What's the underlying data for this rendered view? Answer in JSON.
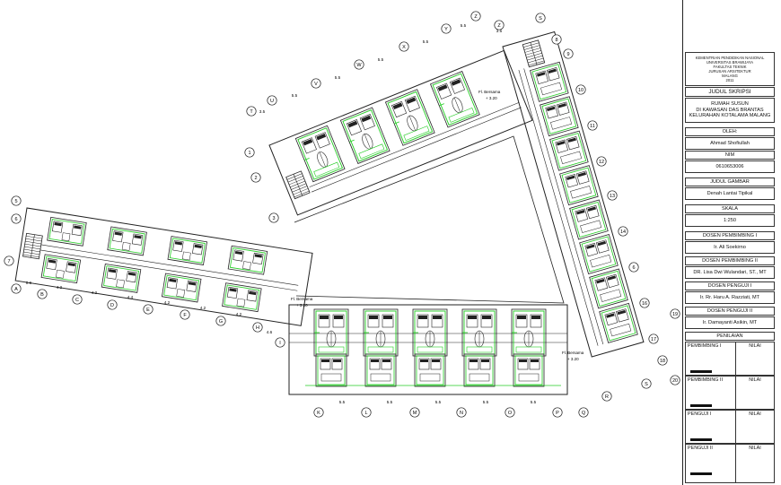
{
  "titleblock": {
    "institution": [
      "KEMENTRIAN PENDIDIKAN NASIONAL",
      "UNIVERSITAS BRAWIJAYA",
      "FAKULTAS TEKNIK",
      "JURUSAN ARSITEKTUR",
      "MALANG",
      "2011"
    ],
    "project_heading": "JUDUL SKRIPSI",
    "project_title": [
      "RUMAH SUSUN",
      "DI KAWASAN DAS BRANTAS",
      "KELURAHAN KOTALAMA MALANG"
    ],
    "author_label": "OLEH:",
    "author_name": "Ahmad Shofiullah",
    "nim_label": "NIM",
    "nim_value": "0610653006",
    "drawing_label": "JUDUL GAMBAR",
    "drawing_value": "Denah Lantai Tipikal",
    "scale_label": "SKALA",
    "scale_value": "1:250",
    "advisor1_label": "DOSEN PEMBIMBING I",
    "advisor1_name": "Ir. Ali Soekirno",
    "advisor2_label": "DOSEN PEMBIMBING II",
    "advisor2_name": "DR. Lisa Dwi Wulandari, ST., MT",
    "examiner1_label": "DOSEN PENGUJI I",
    "examiner1_name": "Ir. Rr. Haru A. Razziati, MT",
    "examiner2_label": "DOSEN PENGUJI II",
    "examiner2_name": "Ir. Damayanti Asikin, MT",
    "assessment_label": "PENILAIAN",
    "assessment_rows": [
      {
        "role": "PEMBIMBING I",
        "score": "NILAI"
      },
      {
        "role": "PEMBIMBING II",
        "score": "NILAI"
      },
      {
        "role": "PENGUJI I",
        "score": "NILAI"
      },
      {
        "role": "PENGUJI II",
        "score": "NILAI"
      }
    ]
  },
  "plan": {
    "floor_level_top": [
      "Fl. Bersama",
      "+ 3.20"
    ],
    "floor_level_left": [
      "Fl. Bersama",
      "+ 3.20"
    ],
    "floor_level_bottom": [
      "Fl. Bersama",
      "+ 3.20"
    ],
    "grid_left_letters": [
      "A",
      "B",
      "C",
      "D",
      "E",
      "F",
      "G",
      "H",
      "I"
    ],
    "grid_left_numbers": [
      "5",
      "6",
      "7"
    ],
    "grid_bottom_letters": [
      "K",
      "L",
      "M",
      "N",
      "O",
      "P",
      "Q"
    ],
    "grid_top_letters": [
      "T",
      "U",
      "V",
      "W",
      "X",
      "Y",
      "Z"
    ],
    "grid_top_numbers": [
      "1",
      "2",
      "3"
    ],
    "grid_right_numbers": [
      "8",
      "9",
      "10",
      "11",
      "12",
      "13",
      "14",
      "6",
      "16",
      "17",
      "18"
    ],
    "grid_right_extra": [
      "R",
      "S",
      "19",
      "20"
    ],
    "grid_top_right": [
      "Z",
      "S"
    ],
    "dims_bottom": [
      "5.5",
      "5.5",
      "5.5",
      "5.5",
      "5.5"
    ],
    "dims_left": [
      "0.6",
      "4.2",
      "4.2",
      "4.4",
      "4.2",
      "4.2",
      "4.2",
      "4.6"
    ],
    "dims_top": [
      "3.5",
      "5.5",
      "5.5",
      "5.5",
      "5.5",
      "5.5",
      "3.5"
    ]
  },
  "colors": {
    "walls": "#222222",
    "furniture_green": "#22cc22",
    "grid": "#333333",
    "paper": "#ffffff"
  }
}
